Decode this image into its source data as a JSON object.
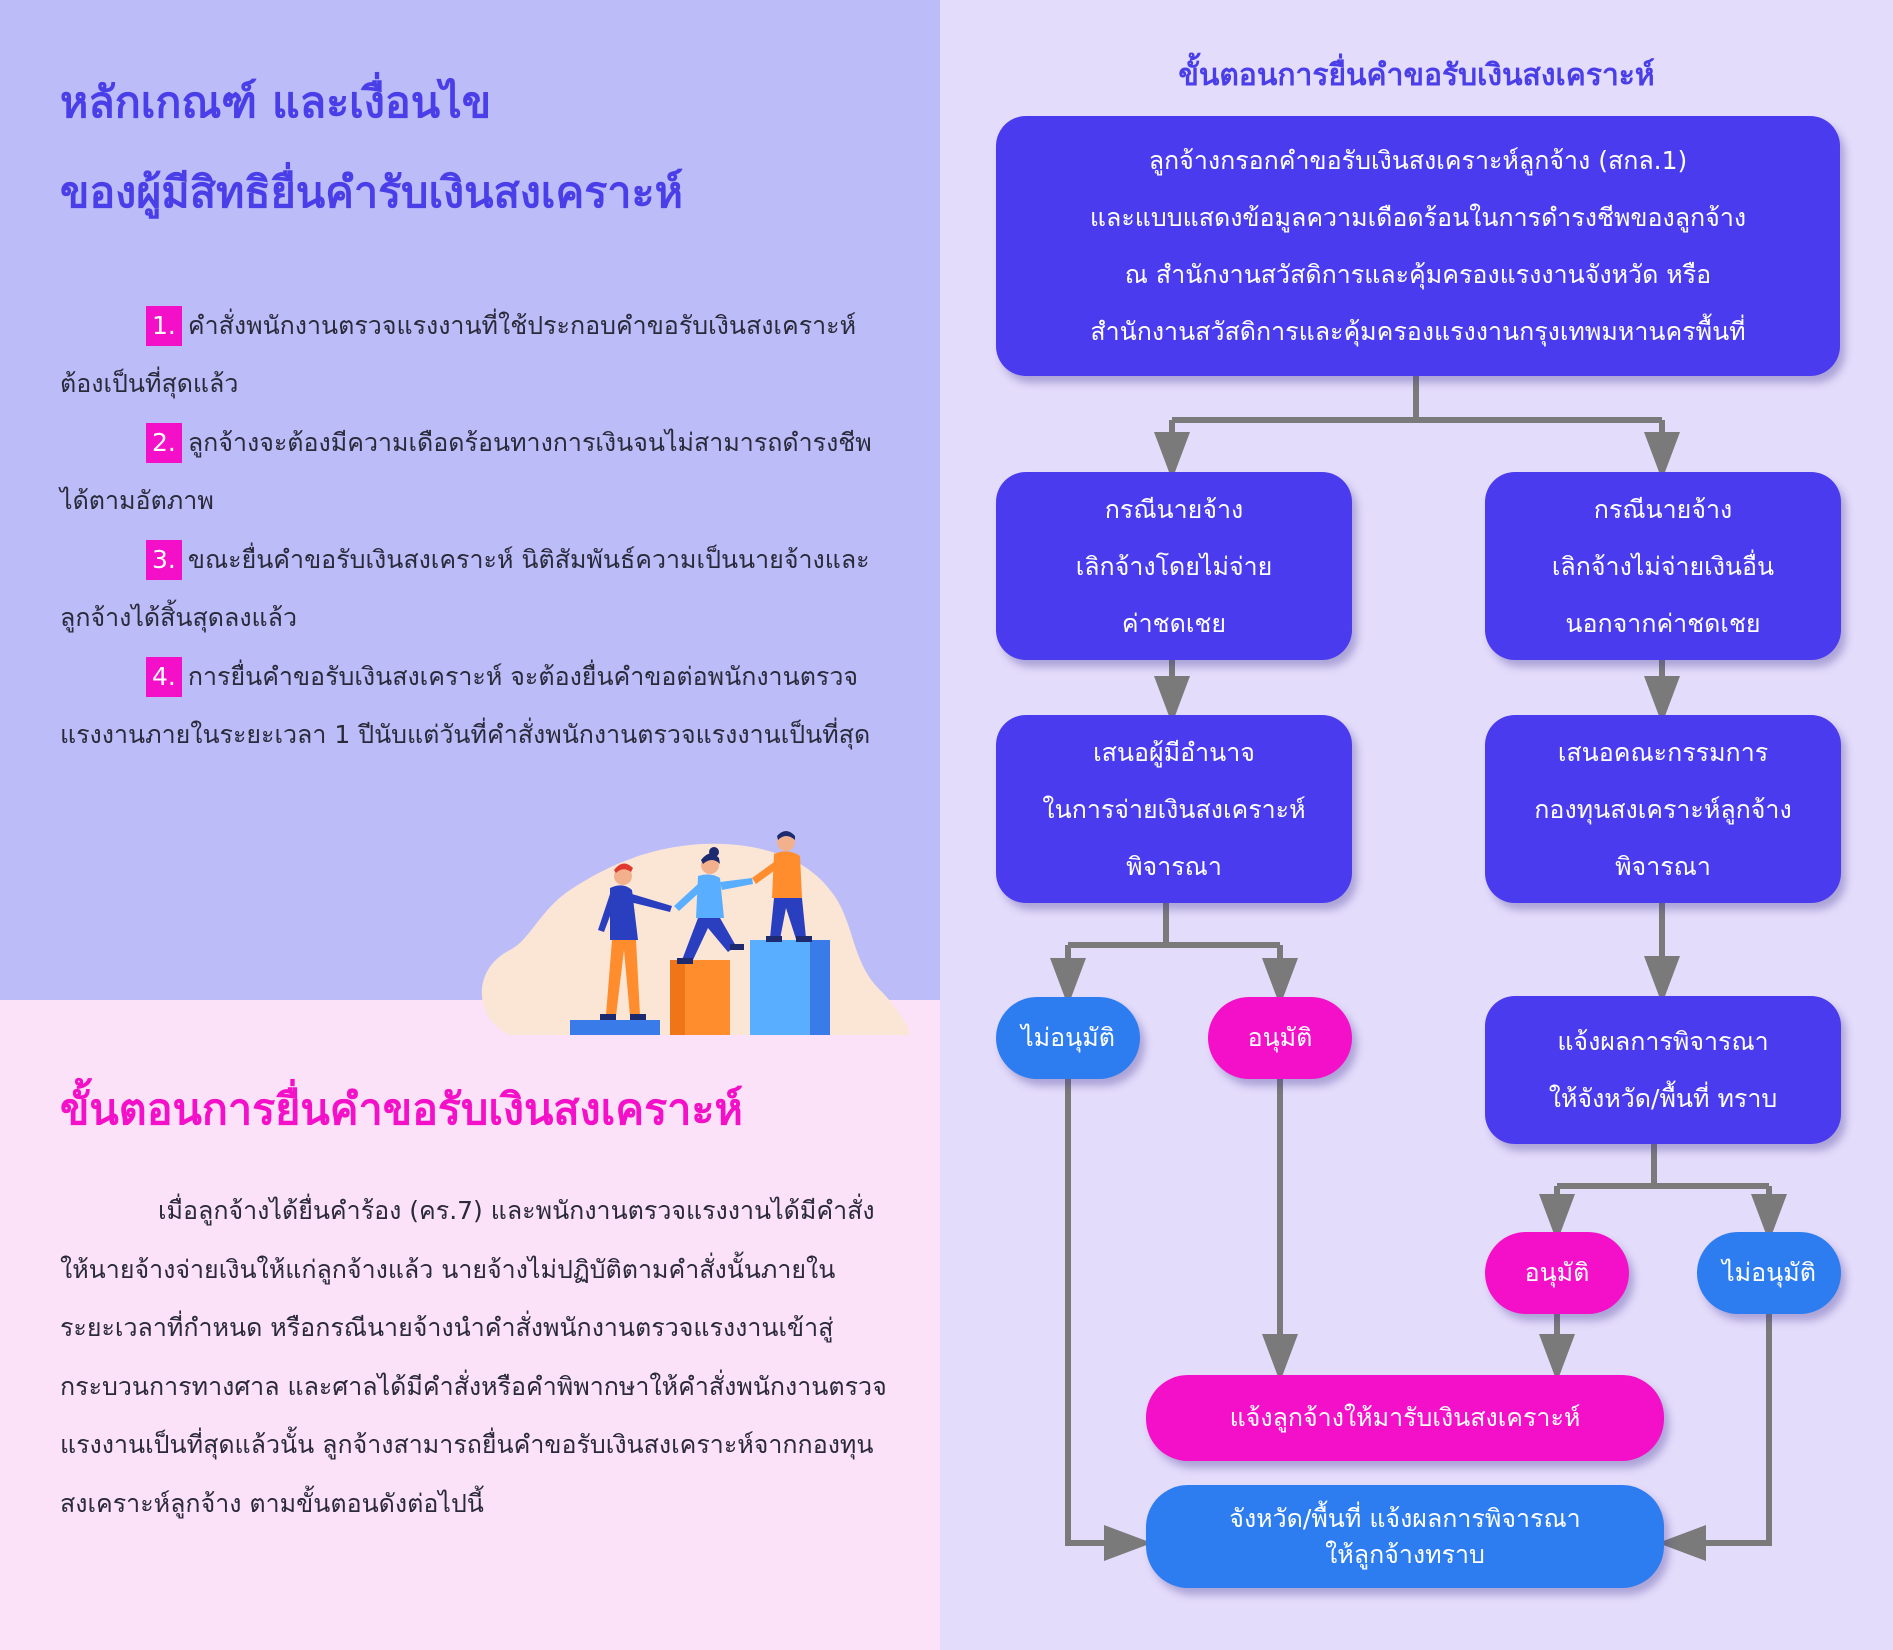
{
  "criteria": {
    "title_line1": "หลักเกณฑ์ และเงื่อนไข",
    "title_line2": "ของผู้มีสิทธิยื่นคำรับเงินสงเคราะห์",
    "items": [
      {
        "num": "1.",
        "text": "คำสั่งพนักงานตรวจแรงงานที่ใช้ประกอบคำขอรับเงินสงเคราะห์ต้องเป็นที่สุดแล้ว"
      },
      {
        "num": "2.",
        "text": "ลูกจ้างจะต้องมีความเดือดร้อนทางการเงินจนไม่สามารถดำรงชีพได้ตามอัตภาพ"
      },
      {
        "num": "3.",
        "text": "ขณะยื่นคำขอรับเงินสงเคราะห์ นิติสัมพันธ์ความเป็นนายจ้างและลูกจ้างได้สิ้นสุดลงแล้ว"
      },
      {
        "num": "4.",
        "text": "การยื่นคำขอรับเงินสงเคราะห์ จะต้องยื่นคำขอต่อพนักงานตรวจแรงงานภายในระยะเวลา 1 ปีนับแต่วันที่คำสั่งพนักงานตรวจแรงงานเป็นที่สุด"
      }
    ]
  },
  "procedure": {
    "title": "ขั้นตอนการยื่นคำขอรับเงินสงเคราะห์",
    "body": "เมื่อลูกจ้างได้ยื่นคำร้อง (คร.7) และพนักงานตรวจแรงงานได้มีคำสั่งให้นายจ้างจ่ายเงินให้แก่ลูกจ้างแล้ว นายจ้างไม่ปฏิบัติตามคำสั่งนั้นภายในระยะเวลาที่กำหนด หรือกรณีนายจ้างนำคำสั่งพนักงานตรวจแรงงานเข้าสู่กระบวนการทางศาล และศาลได้มีคำสั่งหรือคำพิพากษาให้คำสั่งพนักงานตรวจแรงงานเป็นที่สุดแล้วนั้น ลูกจ้างสามารถยื่นคำขอรับเงินสงเคราะห์จากกองทุนสงเคราะห์ลูกจ้าง ตามขั้นตอนดังต่อไปนี้"
  },
  "flowchart": {
    "title": "ขั้นตอนการยื่นคำขอรับเงินสงเคราะห์",
    "start": [
      "ลูกจ้างกรอกคำขอรับเงินสงเคราะห์ลูกจ้าง (สกล.1)",
      "และแบบแสดงข้อมูลความเดือดร้อนในการดำรงชีพของลูกจ้าง",
      "ณ สำนักงานสวัสดิการและคุ้มครองแรงงานจังหวัด หรือ",
      "สำนักงานสวัสดิการและคุ้มครองแรงงานกรุงเทพมหานครพื้นที่"
    ],
    "case_a": [
      "กรณีนายจ้าง",
      "เลิกจ้างโดยไม่จ่าย",
      "ค่าชดเชย"
    ],
    "case_b": [
      "กรณีนายจ้าง",
      "เลิกจ้างไม่จ่ายเงินอื่น",
      "นอกจากค่าชดเชย"
    ],
    "review_a": [
      "เสนอผู้มีอำนาจ",
      "ในการจ่ายเงินสงเคราะห์",
      "พิจารณา"
    ],
    "review_b": [
      "เสนอคณะกรรมการ",
      "กองทุนสงเคราะห์ลูกจ้าง",
      "พิจารณา"
    ],
    "inform_b": [
      "แจ้งผลการพิจารณา",
      "ให้จังหวัด/พื้นที่ ทราบ"
    ],
    "deny_a": "ไม่อนุมัติ",
    "approve_a": "อนุมัติ",
    "approve_b": "อนุมัติ",
    "deny_b": "ไม่อนุมัติ",
    "notify_pay": "แจ้งลูกจ้างให้มารับเงินสงเคราะห์",
    "notify_result": [
      "จังหวัด/พื้นที่ แจ้งผลการพิจารณา",
      "ให้ลูกจ้างทราบ"
    ]
  },
  "colors": {
    "left_top_bg": "#bcbcf9",
    "left_bottom_bg": "#fbe2f8",
    "right_bg": "#e4dcfb",
    "heading_blue": "#4a3ee8",
    "heading_pink": "#f40fc8",
    "box_purple": "#4a3cee",
    "box_pink": "#f40fc8",
    "box_blue": "#2d7df0",
    "arrow_gray": "#7a7a7a"
  },
  "icons": {
    "illustration": "teamwork-helping-climb-illustration"
  }
}
